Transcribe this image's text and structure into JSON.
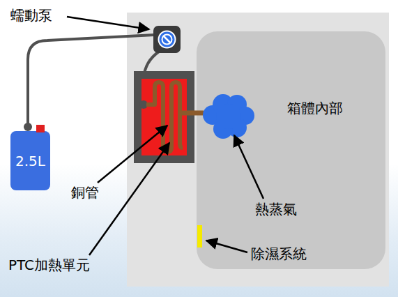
{
  "diagram": {
    "nodes": [
      {
        "text": [
          "箱體內部"
        ]
      },
      {
        "text": [
          "2.5L"
        ]
      }
    ],
    "labels": [
      "蠕動泵",
      "銅管",
      "PTC加熱單元",
      "熱蒸氣",
      "除濕系統"
    ]
  }
}
